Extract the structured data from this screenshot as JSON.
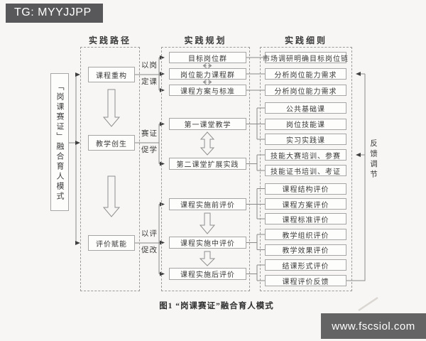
{
  "badge": "TG: MYYJJPP",
  "watermark": "www.fscsiol.com",
  "caption": "图1 “岗课赛证”融合育人模式",
  "left_model": "「岗课赛证」融合育人模式",
  "feedback_label": "反馈调节",
  "columns": [
    {
      "header": "实践路径",
      "boxes": [
        "课程重构",
        "教学创生",
        "评价赋能"
      ]
    },
    {
      "header": "实践规划",
      "boxes": [
        "目标岗位群",
        "岗位能力课程群",
        "课程方案与标准",
        "第一课堂教学",
        "第二课堂扩展实践",
        "课程实施前评价",
        "课程实施中评价",
        "课程实施后评价"
      ]
    },
    {
      "header": "实践细则",
      "boxes": [
        "市场调研明确目标岗位链",
        "分析岗位能力需求",
        "分析岗位能力需求",
        "公共基础课",
        "岗位技能课",
        "实习实践课",
        "技能大赛培训、参赛",
        "技能证书培训、考证",
        "课程结构评价",
        "课程方案评价",
        "课程标准评价",
        "教学组织评价",
        "教学效果评价",
        "结课形式评价",
        "课程评价反馈"
      ]
    }
  ],
  "link_labels": [
    {
      "line1": "以岗",
      "line2": "定课"
    },
    {
      "line1": "赛证",
      "line2": "促学"
    },
    {
      "line1": "以评",
      "line2": "促改"
    }
  ],
  "colors": {
    "badge_bg": "#58585a",
    "watermark_bg": "#646464",
    "page_bg": "#f7f6f4",
    "line": "#8a8a8a",
    "box_border": "#a5a5a5",
    "text": "#3a3a3a"
  }
}
